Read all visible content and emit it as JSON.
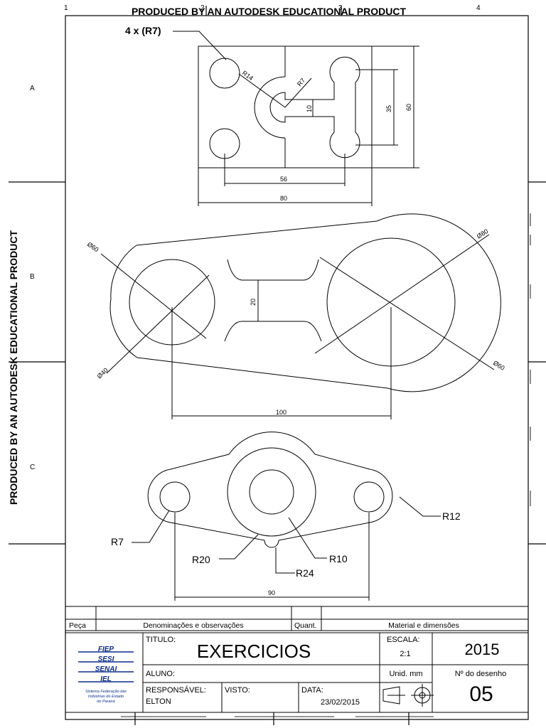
{
  "watermark": "PRODUCED BY AN AUTODESK EDUCATIONAL PRODUCT",
  "columns": [
    "1",
    "2",
    "3",
    "4"
  ],
  "rows": [
    "A",
    "B",
    "C"
  ],
  "view_a": {
    "callout": "4 x (R7)",
    "dims": {
      "r14": "R14",
      "r7": "R7",
      "d10": "10",
      "d35": "35",
      "d60": "60",
      "d56": "56",
      "d80": "80"
    }
  },
  "view_b": {
    "dims": {
      "d60a": "Ø60",
      "d80": "Ø80",
      "d40": "Ø40",
      "d60b": "Ø60",
      "d20": "20",
      "d100": "100"
    }
  },
  "view_c": {
    "labels": {
      "r12": "R12",
      "r7": "R7",
      "r10": "R10",
      "r20": "R20",
      "r24": "R24",
      "d90": "90"
    }
  },
  "parts_list": {
    "col_peca": "Peça",
    "col_denominacoes": "Denominações e observações",
    "col_quant": "Quant.",
    "col_material": "Material e dimensões"
  },
  "title_block": {
    "logo_lines": [
      "FIEP",
      "SESI",
      "SENAI",
      "IEL"
    ],
    "logo_sub": [
      "Sistema Federação das",
      "Indústrias do Estado",
      "do Paraná"
    ],
    "titulo_label": "TITULO:",
    "titulo": "EXERCICIOS",
    "escala_label": "ESCALA:",
    "escala": "2:1",
    "year": "2015",
    "aluno_label": "ALUNO:",
    "unid": "Unid. mm",
    "desenho_label": "Nº do desenho",
    "desenho": "05",
    "responsavel_label": "RESPONSÁVEL:",
    "responsavel": "ELTON",
    "visto_label": "VISTO:",
    "data_label": "DATA:",
    "data": "23/02/2015"
  },
  "colors": {
    "ink": "#000000",
    "paper": "#ffffff"
  }
}
